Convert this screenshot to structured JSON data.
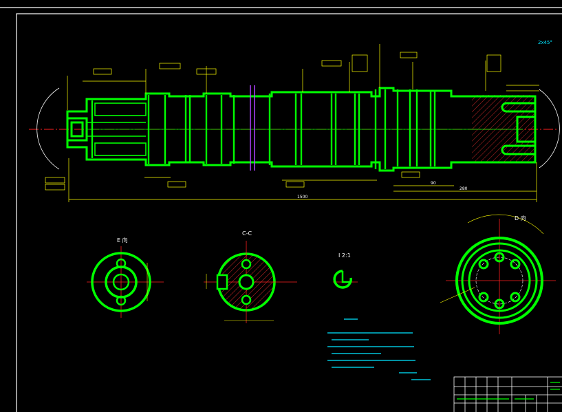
{
  "drawing": {
    "colors": {
      "background": "#000000",
      "outline": "#00ff00",
      "dimension": "#ffff00",
      "center": "#ff2020",
      "hatch": "#ff3030",
      "note": "#00e5ff",
      "border": "#ffffff",
      "accent": "#b040ff"
    },
    "views": {
      "e_view": "E 向",
      "c_section": "C-C",
      "detail": "I  2:1",
      "d_view": "D 向"
    },
    "corner_note": {
      "chamfer": "2x45°"
    },
    "dims": {
      "overall": "1500",
      "mid_a": "280",
      "mid_b": "90"
    }
  }
}
